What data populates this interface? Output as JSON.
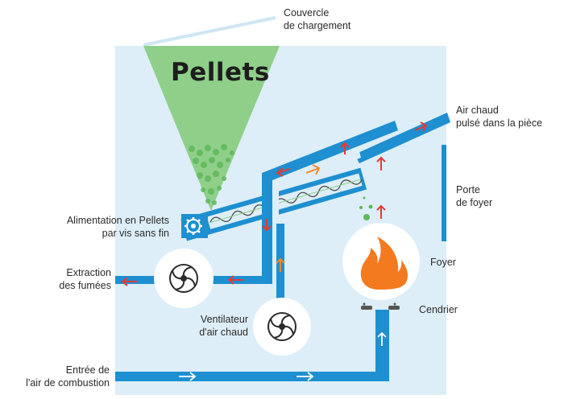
{
  "colors": {
    "background_panel": "#ddeef8",
    "duct": "#1e8fd0",
    "hopper": "#8fcf8a",
    "arrow_hot": "#e53935",
    "arrow_warm": "#f28c28",
    "flame": "#f47a20",
    "text": "#2b2b2b"
  },
  "hopper": {
    "title": "Pellets"
  },
  "labels": {
    "lid": [
      "Couvercle",
      "de chargement"
    ],
    "hot_air": [
      "Air chaud",
      "pulsé dans la pièce"
    ],
    "firebox_door": [
      "Porte",
      "de foyer"
    ],
    "auger_feed": [
      "Alimentation en Pellets",
      "par vis sans fin"
    ],
    "flue_extraction": [
      "Extraction",
      "des fumées"
    ],
    "hot_air_fan": [
      "Ventilateur",
      "d'air chaud"
    ],
    "firebox": "Foyer",
    "ash_pan": "Cendrier",
    "combustion_air": [
      "Entrée de",
      "l'air de combustion"
    ]
  },
  "icons": {
    "auger_motor": "gear-icon",
    "fan": "fan-icon",
    "fire": "flame-icon"
  }
}
